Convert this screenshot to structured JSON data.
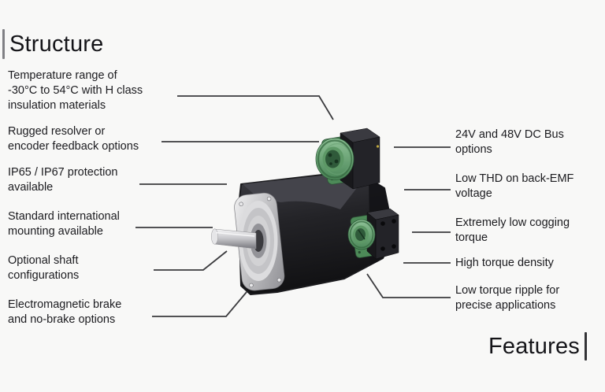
{
  "titles": {
    "structure": "Structure",
    "features": "Features"
  },
  "colors": {
    "background": "#f8f8f7",
    "text": "#1b1b1f",
    "callout_line": "#3a3a3d",
    "structure_bar": "#808084",
    "features_bar": "#333336",
    "motor_body": "#232327",
    "motor_connector_green": "#4d8a58",
    "motor_flange_silver": "#c4c4c7"
  },
  "left_labels": [
    {
      "text": "Temperature range of\n-30°C to 54°C with H class\ninsulation materials"
    },
    {
      "text": "Rugged resolver or\nencoder feedback options"
    },
    {
      "text": "IP65 / IP67 protection\navailable"
    },
    {
      "text": "Standard international\nmounting available"
    },
    {
      "text": "Optional shaft\nconfigurations"
    },
    {
      "text": "Electromagnetic brake\nand no-brake options"
    }
  ],
  "right_labels": [
    {
      "text": "24V and 48V DC Bus\noptions"
    },
    {
      "text": "Low THD on back-EMF\nvoltage"
    },
    {
      "text": "Extremely low cogging\ntorque"
    },
    {
      "text": "High torque density"
    },
    {
      "text": "Low torque ripple for\nprecise applications"
    }
  ]
}
